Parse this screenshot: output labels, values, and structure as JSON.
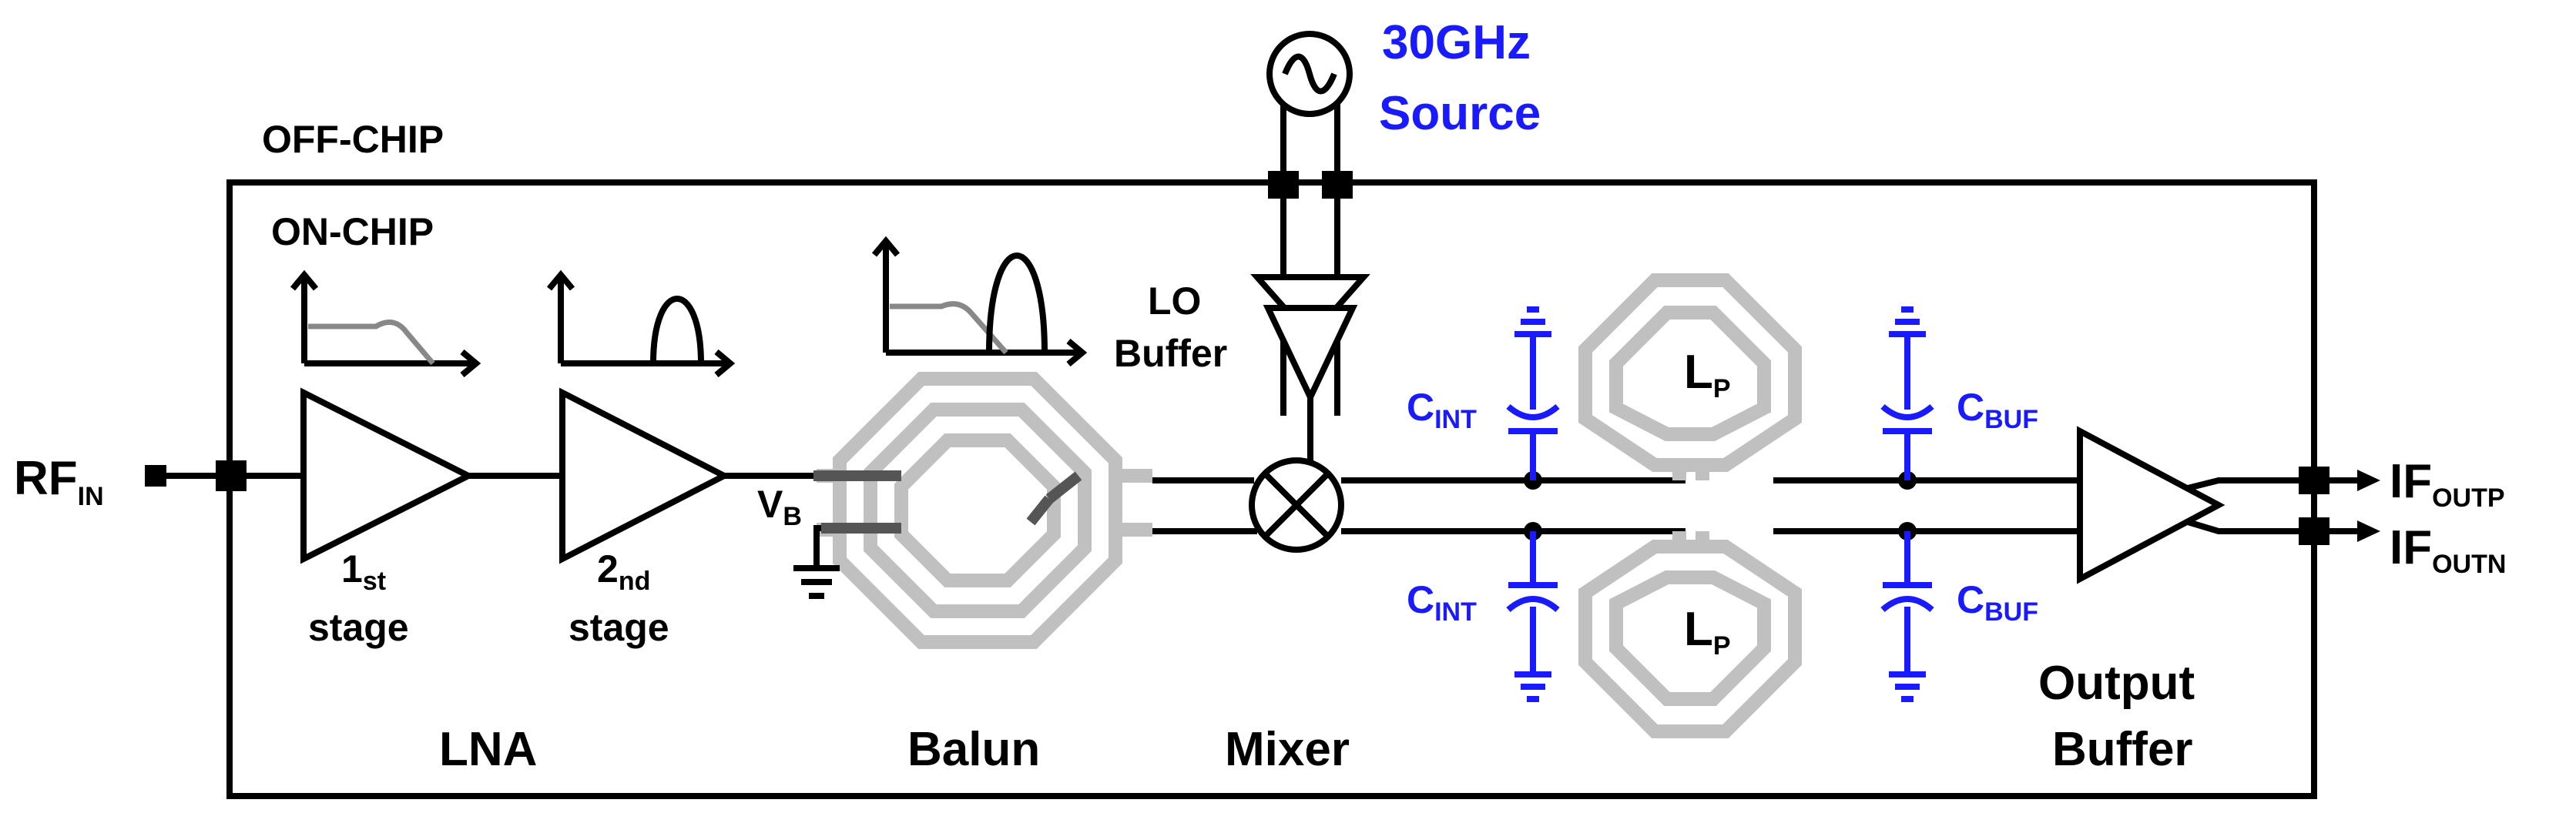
{
  "labels": {
    "off_chip": "OFF-CHIP",
    "on_chip": "ON-CHIP",
    "rf_in": "RF",
    "rf_in_sub": "IN",
    "stage1_num": "1",
    "stage1_sup": "st",
    "stage1_word": "stage",
    "stage2_num": "2",
    "stage2_sup": "nd",
    "stage2_word": "stage",
    "lna": "LNA",
    "balun": "Balun",
    "mixer": "Mixer",
    "lo_buffer_1": "LO",
    "lo_buffer_2": "Buffer",
    "source_1": "30GHz",
    "source_2": "Source",
    "vb": "V",
    "vb_sub": "B",
    "c_int": "C",
    "c_int_sub": "INT",
    "c_buf": "C",
    "c_buf_sub": "BUF",
    "lp": "L",
    "lp_sub": "P",
    "output_buffer_1": "Output",
    "output_buffer_2": "Buffer",
    "if_outp": "IF",
    "if_outp_sub": "OUTP",
    "if_outn": "IF",
    "if_outn_sub": "OUTN"
  },
  "colors": {
    "wire": "#000000",
    "capacitor": "#1a1aff",
    "inductor": "#c0c0c0",
    "response_curve": "#888888"
  }
}
